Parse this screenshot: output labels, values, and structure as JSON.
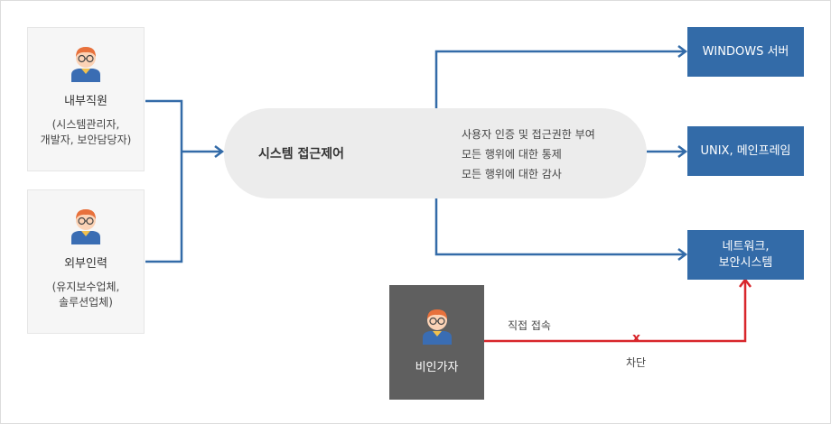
{
  "insiders": {
    "title": "내부직원",
    "sub_line1": "(시스템관리자,",
    "sub_line2": "개발자, 보안담당자)"
  },
  "outsiders": {
    "title": "외부인력",
    "sub_line1": "(유지보수업체,",
    "sub_line2": "솔루션업체)"
  },
  "unauthorized": {
    "title": "비인가자"
  },
  "control": {
    "title": "시스템 접근제어",
    "items": [
      "사용자 인증 및 접근권한 부여",
      "모든 행위에 대한 통제",
      "모든 행위에 대한 감사"
    ]
  },
  "targets": {
    "windows": "WINDOWS 서버",
    "unix": "UNIX, 메인프레임",
    "network_line1": "네트워크,",
    "network_line2": "보안시스템"
  },
  "direct_access": {
    "label": "직접 접속",
    "blocked_label": "차단",
    "x_mark": "x"
  },
  "colors": {
    "flow": "#336ba8",
    "blocked": "#d8262b",
    "box_bg": "#f6f6f6",
    "dark_box": "#5f5f5f"
  },
  "icons": {
    "person": "person-icon"
  }
}
